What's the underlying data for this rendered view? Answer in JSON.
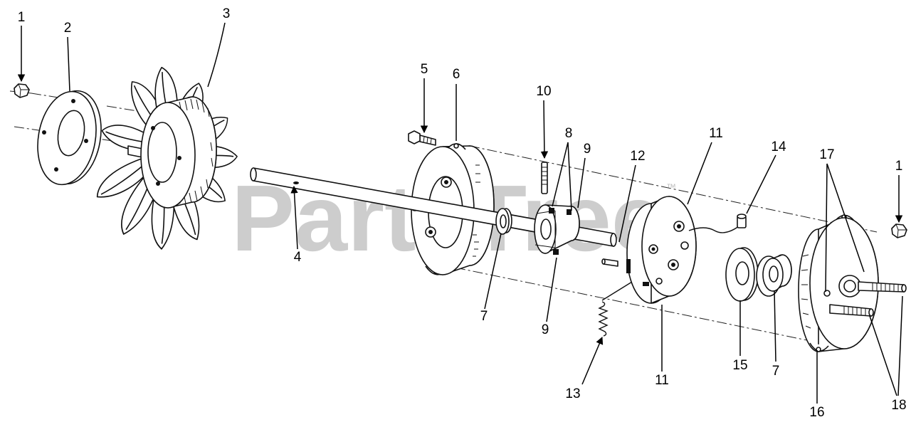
{
  "watermark": {
    "text": "PartsTree",
    "trademark": "™"
  },
  "callouts": [
    "1",
    "2",
    "3",
    "4",
    "5",
    "6",
    "7",
    "8",
    "9",
    "9",
    "10",
    "11",
    "11",
    "12",
    "13",
    "14",
    "1",
    "15",
    "7",
    "16",
    "17",
    "18"
  ]
}
